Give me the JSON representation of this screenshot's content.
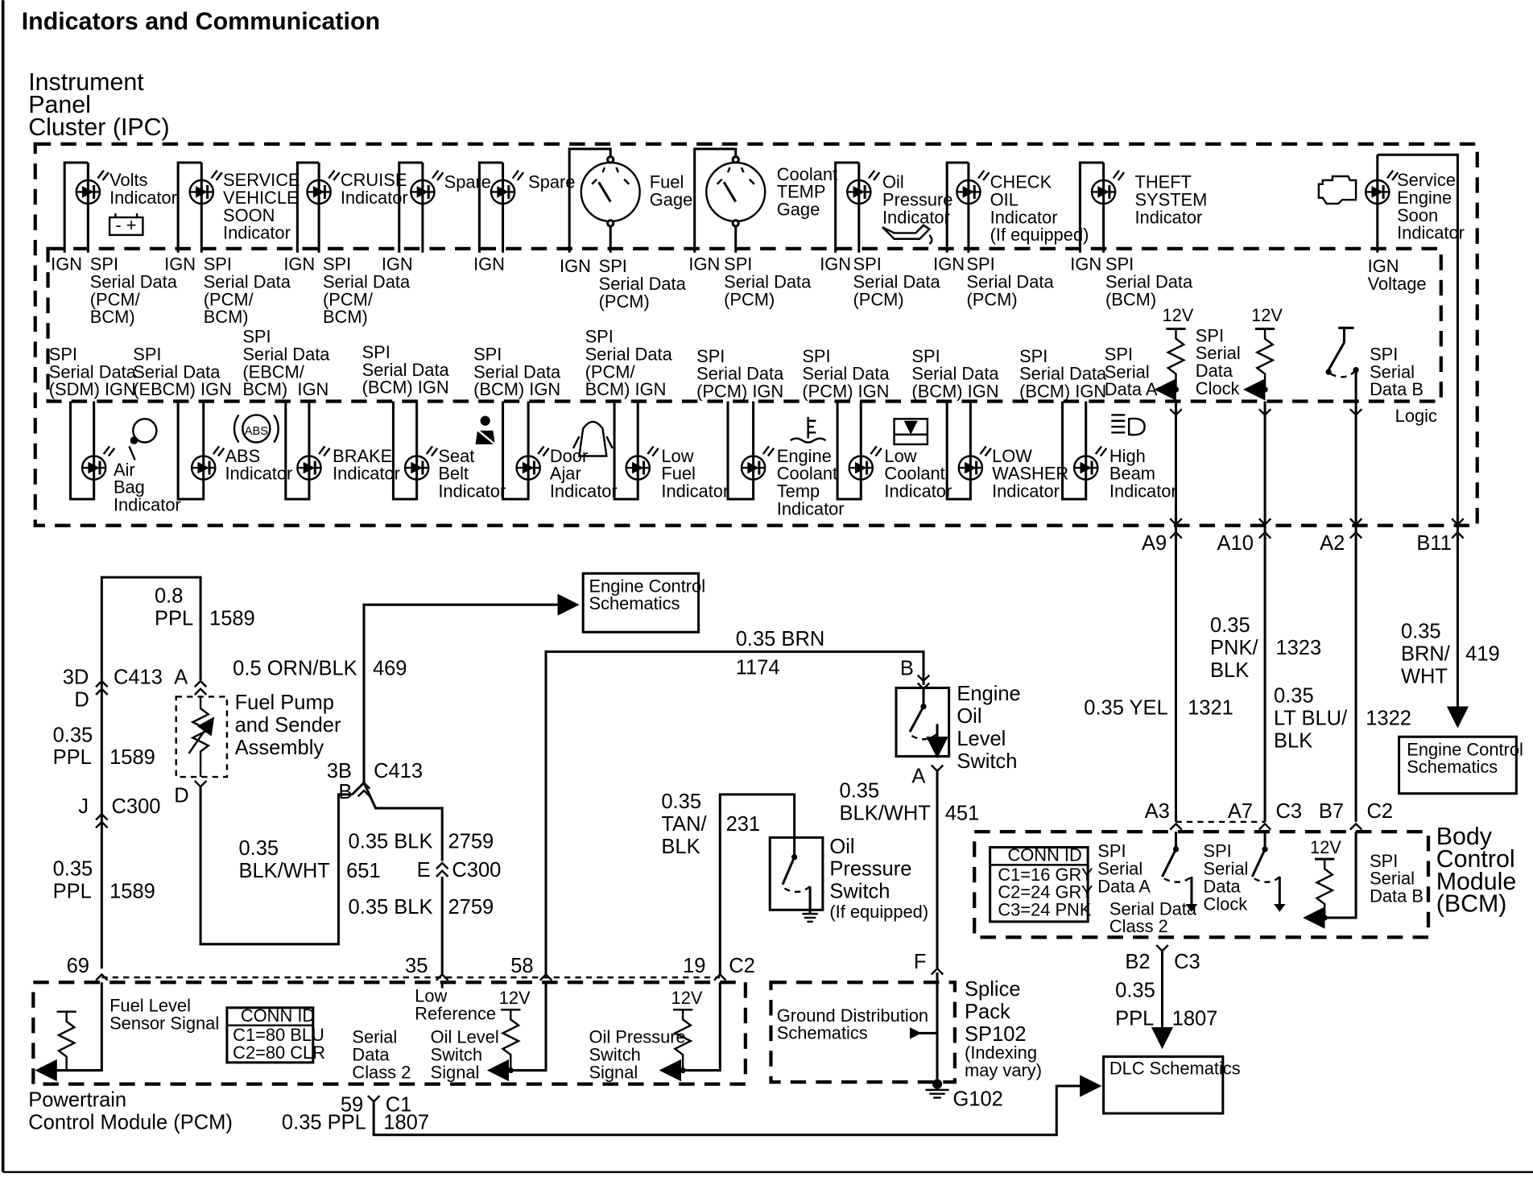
{
  "title": "Indicators and Communication",
  "ipc": {
    "name": [
      "Instrument",
      "Panel",
      "Cluster (IPC)"
    ],
    "top_indicators": [
      {
        "lines": [
          "Volts",
          "Indicator"
        ]
      },
      {
        "lines": [
          "SERVICE",
          "VEHICLE",
          "SOON",
          "Indicator"
        ]
      },
      {
        "lines": [
          "CRUISE",
          "Indicator"
        ]
      },
      {
        "lines": [
          "Spare"
        ]
      },
      {
        "lines": [
          "Spare"
        ]
      },
      {
        "lines": [
          "Fuel",
          "Gage"
        ]
      },
      {
        "lines": [
          "Coolant",
          "TEMP",
          "Gage"
        ]
      },
      {
        "lines": [
          "Oil",
          "Pressure",
          "Indicator"
        ]
      },
      {
        "lines": [
          "CHECK",
          "OIL",
          "Indicator",
          "(If equipped)"
        ]
      },
      {
        "lines": [
          "THEFT",
          "SYSTEM",
          "Indicator"
        ]
      },
      {
        "lines": [
          "Service",
          "Engine",
          "Soon",
          "Indicator"
        ]
      }
    ],
    "top_row_labels": [
      {
        "lines": [
          "IGN"
        ]
      },
      {
        "lines": [
          "SPI",
          "Serial Data",
          "(PCM/",
          "BCM)"
        ]
      },
      {
        "lines": [
          "IGN"
        ]
      },
      {
        "lines": [
          "SPI",
          "Serial Data",
          "(PCM/",
          "BCM)"
        ]
      },
      {
        "lines": [
          "IGN"
        ]
      },
      {
        "lines": [
          "SPI",
          "Serial Data",
          "(PCM/",
          "BCM)"
        ]
      },
      {
        "lines": [
          "IGN"
        ]
      },
      {
        "lines": [
          "IGN"
        ]
      },
      {
        "lines": [
          "IGN"
        ]
      },
      {
        "lines": [
          "SPI",
          "Serial Data",
          "(PCM)"
        ]
      },
      {
        "lines": [
          "IGN"
        ]
      },
      {
        "lines": [
          "SPI",
          "Serial Data",
          "(PCM)"
        ]
      },
      {
        "lines": [
          "IGN"
        ]
      },
      {
        "lines": [
          "SPI",
          "Serial Data",
          "(PCM)"
        ]
      },
      {
        "lines": [
          "IGN"
        ]
      },
      {
        "lines": [
          "SPI",
          "Serial Data",
          "(PCM)"
        ]
      },
      {
        "lines": [
          "IGN"
        ]
      },
      {
        "lines": [
          "SPI",
          "Serial Data",
          "(BCM)"
        ]
      },
      {
        "lines": [
          "IGN",
          "Voltage"
        ]
      }
    ],
    "bottom_row_labels": [
      {
        "lines": [
          "SPI",
          "Serial Data",
          "(SDM) IGN"
        ]
      },
      {
        "lines": [
          "SPI",
          "Serial Data",
          "(EBCM) IGN"
        ]
      },
      {
        "lines": [
          "SPI",
          "Serial Data",
          "(EBCM/",
          "BCM)",
          "IGN"
        ]
      },
      {
        "lines": [
          "SPI",
          "Serial Data",
          "(BCM) IGN"
        ]
      },
      {
        "lines": [
          "SPI",
          "Serial Data",
          "(BCM) IGN"
        ]
      },
      {
        "lines": [
          "SPI",
          "Serial Data",
          "(PCM/",
          "BCM) IGN"
        ]
      },
      {
        "lines": [
          "SPI",
          "Serial Data",
          "(PCM) IGN"
        ]
      },
      {
        "lines": [
          "SPI",
          "Serial Data",
          "(PCM) IGN"
        ]
      },
      {
        "lines": [
          "SPI",
          "Serial Data",
          "(BCM) IGN"
        ]
      },
      {
        "lines": [
          "SPI",
          "Serial Data",
          "(BCM) IGN"
        ]
      }
    ],
    "bottom_indicators": [
      {
        "lines": [
          "Air",
          "Bag",
          "Indicator"
        ]
      },
      {
        "lines": [
          "ABS",
          "Indicator"
        ]
      },
      {
        "lines": [
          "BRAKE",
          "Indicator"
        ]
      },
      {
        "lines": [
          "Seat",
          "Belt",
          "Indicator"
        ]
      },
      {
        "lines": [
          "Door",
          "Ajar",
          "Indicator"
        ]
      },
      {
        "lines": [
          "Low",
          "Fuel",
          "Indicator"
        ]
      },
      {
        "lines": [
          "Engine",
          "Coolant",
          "Temp",
          "Indicator"
        ]
      },
      {
        "lines": [
          "Low",
          "Coolant",
          "Indicator"
        ]
      },
      {
        "lines": [
          "LOW",
          "WASHER",
          "Indicator"
        ]
      },
      {
        "lines": [
          "High",
          "Beam",
          "Indicator"
        ]
      }
    ],
    "abs_badge": "ABS",
    "logic": {
      "v12_a": "12V",
      "v12_b": "12V",
      "data_a": [
        "SPI",
        "Serial",
        "Data A"
      ],
      "clock": [
        "SPI",
        "Serial",
        "Data",
        "Clock"
      ],
      "data_b": [
        "SPI",
        "Serial",
        "Data B"
      ],
      "logic_label": "Logic"
    }
  },
  "ipc_pins": {
    "a9": "A9",
    "a10": "A10",
    "a2": "A2",
    "b11": "B11"
  },
  "wires": {
    "w1589_gauge": "0.8",
    "w1589_color": "PPL",
    "w1589_num": "1589",
    "w469": "0.5 ORN/BLK",
    "w469_num": "469",
    "w1174_gauge": "0.35 BRN",
    "w1174_num": "1174",
    "w1321": "0.35 YEL",
    "w1321_num": "1321",
    "w1323": [
      "0.35",
      "PNK/",
      "BLK"
    ],
    "w1323_num": "1323",
    "w1322": [
      "0.35",
      "LT BLU/",
      "BLK"
    ],
    "w1322_num": "1322",
    "w419": [
      "0.35",
      "BRN/",
      "WHT"
    ],
    "w419_num": "419",
    "w1589_b": [
      "0.35",
      "PPL"
    ],
    "w1589_b_num": "1589",
    "w1589_c": [
      "0.35",
      "PPL"
    ],
    "w1589_c_num": "1589",
    "w651": [
      "0.35",
      "BLK/WHT"
    ],
    "w651_num": "651",
    "w2759_a": "0.35 BLK",
    "w2759_a_num": "2759",
    "w2759_b": "0.35 BLK",
    "w2759_b_num": "2759",
    "w231": [
      "0.35",
      "TAN/",
      "BLK"
    ],
    "w231_num": "231",
    "w451": [
      "0.35",
      "BLK/WHT"
    ],
    "w451_num": "451",
    "w1807_a": [
      "0.35",
      "PPL"
    ],
    "w1807_a_num": "1807",
    "w1807_b": "0.35 PPL",
    "w1807_b_num": "1807"
  },
  "connectors": {
    "c413_3d": "3D",
    "c413": "C413",
    "c413_a": "A",
    "c413_d": "D",
    "fp_d": "D",
    "c300_j": "J",
    "c300": "C300",
    "c413_3b": "3B",
    "c413_b": "C413",
    "c413_bb": "B",
    "c300_e": "E",
    "c300_e_name": "C300",
    "eol_b": "B",
    "eol_a": "A",
    "pcm_69": "69",
    "pcm_35": "35",
    "pcm_58": "58",
    "pcm_19": "19",
    "pcm_c2": "C2",
    "pcm_59": "59",
    "pcm_c1": "C1",
    "bcm_a3": "A3",
    "bcm_a7": "A7",
    "bcm_c3": "C3",
    "bcm_b7": "B7",
    "bcm_c2": "C2",
    "bcm_b2": "B2",
    "bcm_c3b": "C3",
    "sp_f": "F",
    "g102": "G102"
  },
  "components": {
    "fuel_pump": [
      "Fuel Pump",
      "and Sender",
      "Assembly"
    ],
    "engine_oil_level": [
      "Engine",
      "Oil",
      "Level",
      "Switch"
    ],
    "oil_pressure_switch": [
      "Oil",
      "Pressure",
      "Switch"
    ],
    "oil_pressure_switch_note": "(If equipped)",
    "splice_pack": [
      "Splice",
      "Pack",
      "SP102"
    ],
    "splice_pack_note": [
      "(Indexing",
      "may vary)"
    ],
    "ground_dist": [
      "Ground Distribution",
      "Schematics"
    ],
    "ecs_top": [
      "Engine Control",
      "Schematics"
    ],
    "ecs_right": [
      "Engine Control",
      "Schematics"
    ],
    "dlc": "DLC Schematics"
  },
  "pcm": {
    "name": [
      "Powertrain",
      "Control Module (PCM)"
    ],
    "fuel_level_signal": [
      "Fuel Level",
      "Sensor Signal"
    ],
    "conn_id_title": "CONN ID",
    "conn_ids": [
      "C1=80 BLU",
      "C2=80 CLR"
    ],
    "low_ref": [
      "Low",
      "Reference"
    ],
    "v12_a": "12V",
    "v12_b": "12V",
    "serial_data": [
      "Serial",
      "Data",
      "Class 2"
    ],
    "oil_level_signal": [
      "Oil Level",
      "Switch",
      "Signal"
    ],
    "oil_pressure_signal": [
      "Oil Pressure",
      "Switch",
      "Signal"
    ]
  },
  "bcm": {
    "name": [
      "Body",
      "Control",
      "Module",
      "(BCM)"
    ],
    "conn_id_title": "CONN ID",
    "conn_ids": [
      "C1=16 GRY",
      "C2=24 GRY",
      "C3=24 PNK"
    ],
    "data_a": [
      "SPI",
      "Serial",
      "Data A"
    ],
    "clock": [
      "SPI",
      "Serial",
      "Data",
      "Clock"
    ],
    "data_b": [
      "SPI",
      "Serial",
      "Data B"
    ],
    "v12": "12V",
    "class2": [
      "Serial Data",
      "Class 2"
    ]
  }
}
